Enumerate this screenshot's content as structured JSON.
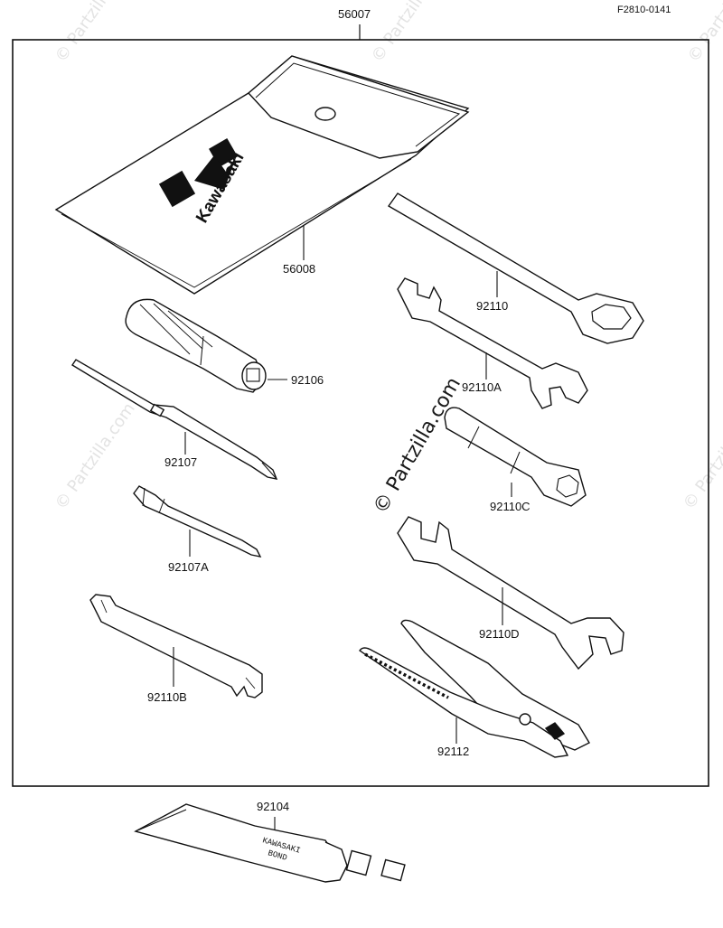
{
  "figure_code": "F2810-0141",
  "watermark_text": "© Partzilla.com",
  "kit_part_no": "56007",
  "brand_name": "Kawasaki",
  "tube_label_line1": "KAWASAKI",
  "tube_label_line2": "BOND",
  "parts": [
    {
      "part_no": "56008",
      "name": "tool-pouch"
    },
    {
      "part_no": "92110",
      "name": "box-wrench"
    },
    {
      "part_no": "92106",
      "name": "screwdriver-handle"
    },
    {
      "part_no": "92110A",
      "name": "open-end-wrench-small"
    },
    {
      "part_no": "92107",
      "name": "screwdriver-shaft"
    },
    {
      "part_no": "92110C",
      "name": "spark-plug-wrench"
    },
    {
      "part_no": "92107A",
      "name": "screwdriver-bit"
    },
    {
      "part_no": "92110D",
      "name": "open-end-wrench-large"
    },
    {
      "part_no": "92110B",
      "name": "spoke-wrench"
    },
    {
      "part_no": "92112",
      "name": "pliers"
    },
    {
      "part_no": "92104",
      "name": "kawasaki-bond-tube"
    }
  ]
}
